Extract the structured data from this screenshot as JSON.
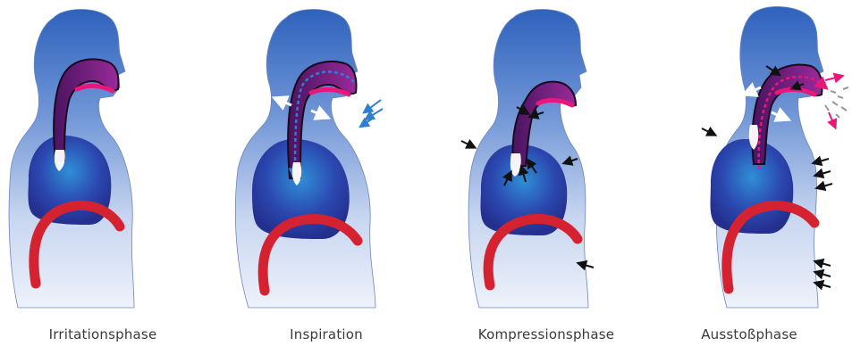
{
  "phases": [
    {
      "label": "Irritationsphase"
    },
    {
      "label": "Inspiration"
    },
    {
      "label": "Kompressionsphase"
    },
    {
      "label": "Ausstoßphase"
    }
  ],
  "colors": {
    "head_blue": "#3f6fc4",
    "body_fade": "#dfe7f6",
    "lung_blue": "#2b3fa8",
    "lung_highlight": "#2f8fd6",
    "airway_purple": "#6a1c7a",
    "tongue_pink": "#e8187a",
    "diaphragm_red": "#d42230",
    "arrow_white": "#ffffff",
    "arrow_blue": "#2f7fd0",
    "arrow_black": "#111111",
    "arrow_pink": "#e8187a"
  },
  "icons": {
    "inspiration_flow": "dashed-arrow-down",
    "compression_force": "black-arrows",
    "expulsion_spray": "pink-arrows-and-spray"
  }
}
